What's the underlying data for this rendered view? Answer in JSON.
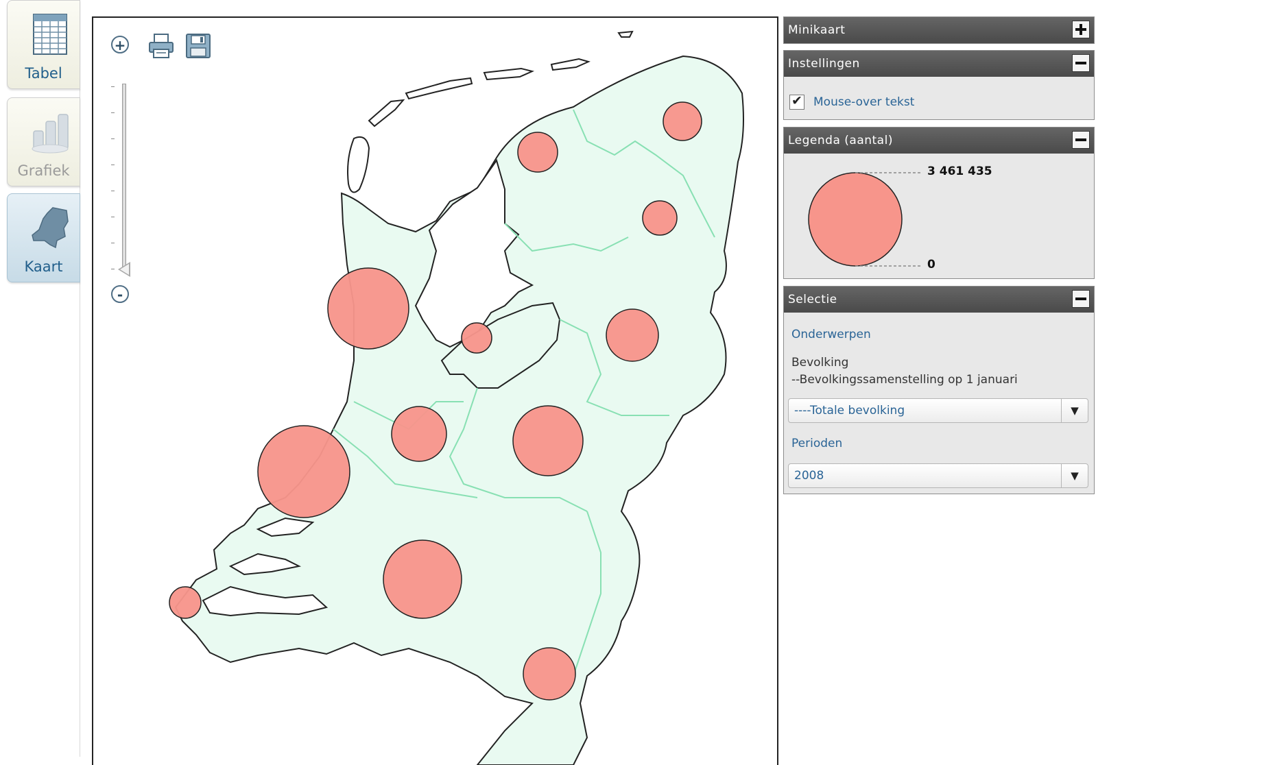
{
  "colors": {
    "accent": "#215f8b",
    "bubble_fill": "#f7958b",
    "land_fill": "#e9faf1",
    "province_border": "#88e0b3"
  },
  "tabs": [
    {
      "label": "Tabel",
      "icon": "table-icon",
      "state": "normal"
    },
    {
      "label": "Grafiek",
      "icon": "bar-chart-icon",
      "state": "disabled"
    },
    {
      "label": "Kaart",
      "icon": "map-netherlands-icon",
      "state": "active"
    }
  ],
  "map_tools": {
    "zoom_in": "+",
    "zoom_out": "-",
    "print_icon": "printer-icon",
    "save_icon": "floppy-disk-icon"
  },
  "panels": {
    "minikaart": {
      "title": "Minikaart",
      "toggle": "expand"
    },
    "instellingen": {
      "title": "Instellingen",
      "toggle": "collapse",
      "mouseover_label": "Mouse-over tekst",
      "mouseover_checked": true
    },
    "legenda": {
      "title": "Legenda (aantal)",
      "toggle": "collapse",
      "max_label": "3 461 435",
      "min_label": "0"
    },
    "selectie": {
      "title": "Selectie",
      "toggle": "collapse",
      "onderwerpen_link": "Onderwerpen",
      "topic_line1": "Bevolking",
      "topic_line2": "--Bevolkingssamenstelling op 1 januari",
      "topic_select": "----Totale bevolking",
      "perioden_link": "Perioden",
      "period_select": "2008"
    }
  }
}
